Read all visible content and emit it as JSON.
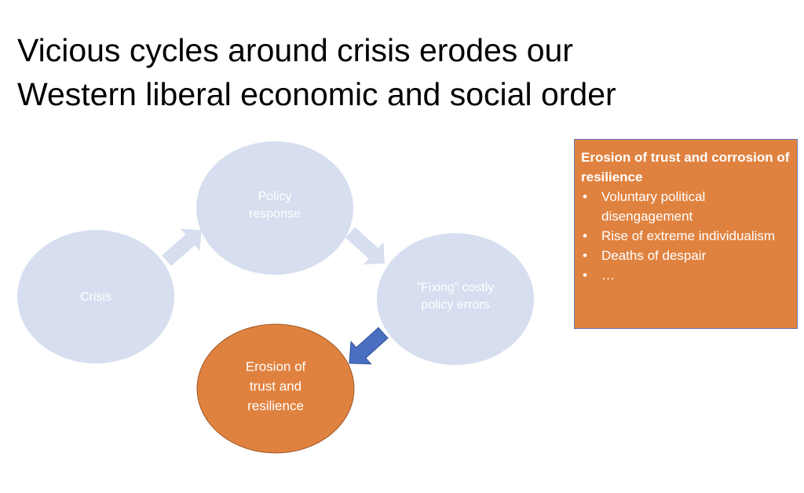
{
  "title": {
    "line1": "Vicious cycles around crisis erodes our",
    "line2": "Western liberal economic and social order"
  },
  "cycle": {
    "crisis": "Crisis",
    "policy_response": [
      "Policy",
      "response"
    ],
    "fixing": [
      "”Fixing” costly",
      "policy errors"
    ],
    "erosion": [
      "Erosion of",
      "trust and",
      "resilience"
    ]
  },
  "side_box": {
    "heading": "Erosion of trust and corrosion of resilience",
    "items": [
      "Voluntary political disengagement",
      "Rise of extreme individualism",
      "Deaths of despair",
      "…"
    ]
  },
  "colors": {
    "light_node": "#D6DEEF",
    "orange": "#E0823F",
    "blue_arrow": "#4A6FC1"
  }
}
